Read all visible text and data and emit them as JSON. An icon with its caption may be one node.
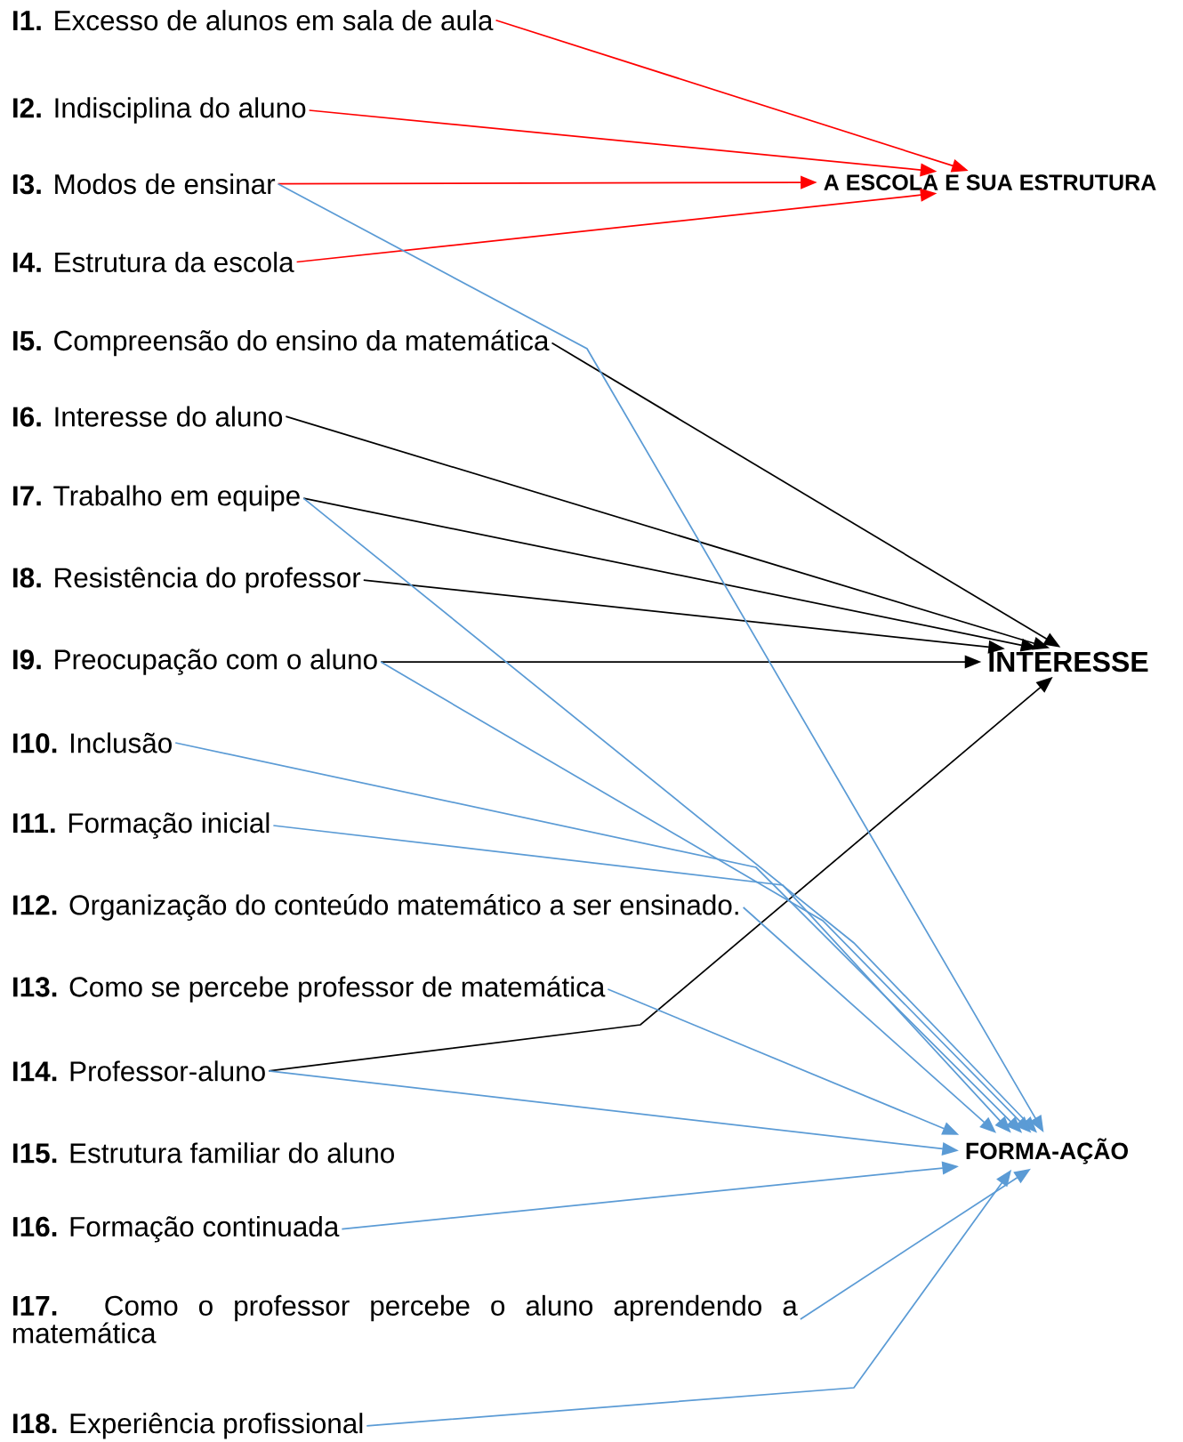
{
  "diagram": {
    "nodes": [
      {
        "text": [
          "**I1.** Excesso de alunos em sala de aula"
        ]
      },
      {
        "text": [
          "**I2.** Indisciplina do aluno"
        ]
      },
      {
        "text": [
          "**I3.** Modos de ensinar"
        ]
      },
      {
        "text": [
          "**I4.** Estrutura da escola"
        ]
      },
      {
        "text": [
          "**I5.** Compreensão do ensino da matemática"
        ]
      },
      {
        "text": [
          "**I6.** Interesse do aluno"
        ]
      },
      {
        "text": [
          "**I7.** Trabalho em equipe"
        ]
      },
      {
        "text": [
          "**I8.** Resistência do professor"
        ]
      },
      {
        "text": [
          "**I9.** Preocupação com o aluno"
        ]
      },
      {
        "text": [
          "**I10.** Inclusão"
        ]
      },
      {
        "text": [
          "**I11.** Formação inicial"
        ]
      },
      {
        "text": [
          "**I12.** Organização do conteúdo matemático a ser ensinado."
        ]
      },
      {
        "text": [
          "**I13.** Como se percebe professor de matemática"
        ]
      },
      {
        "text": [
          "**I14.** Professor-aluno"
        ]
      },
      {
        "text": [
          "**I15.** Estrutura familiar do aluno"
        ]
      },
      {
        "text": [
          "**I16.** Formação continuada"
        ]
      },
      {
        "text": [
          "**I17.** Como o professor percebe o aluno aprendendo a matemática"
        ]
      },
      {
        "text": [
          "**I18.** Experiência profissional"
        ]
      },
      {
        "text": [
          "A ESCOLA E SUA ESTRUTURA"
        ]
      },
      {
        "text": [
          "INTERESSE"
        ]
      },
      {
        "text": [
          "FORMA-AÇÃO"
        ]
      }
    ],
    "edges": [
      {
        "from": 0,
        "to": 18,
        "arrow": "to",
        "color": "#ff0000"
      },
      {
        "from": 1,
        "to": 18,
        "arrow": "to",
        "color": "#ff0000"
      },
      {
        "from": 2,
        "to": 18,
        "arrow": "to",
        "color": "#ff0000"
      },
      {
        "from": 3,
        "to": 18,
        "arrow": "to",
        "color": "#ff0000"
      },
      {
        "from": 4,
        "to": 19,
        "arrow": "to",
        "color": "#000000"
      },
      {
        "from": 5,
        "to": 19,
        "arrow": "to",
        "color": "#000000"
      },
      {
        "from": 6,
        "to": 19,
        "arrow": "to",
        "color": "#000000"
      },
      {
        "from": 7,
        "to": 19,
        "arrow": "to",
        "color": "#000000"
      },
      {
        "from": 8,
        "to": 19,
        "arrow": "to",
        "color": "#000000"
      },
      {
        "from": 13,
        "to": 19,
        "arrow": "to",
        "color": "#000000"
      },
      {
        "from": 2,
        "to": 20,
        "arrow": "to"
      },
      {
        "from": 6,
        "to": 20,
        "arrow": "to"
      },
      {
        "from": 8,
        "to": 20,
        "arrow": "to"
      },
      {
        "from": 9,
        "to": 20,
        "arrow": "to"
      },
      {
        "from": 10,
        "to": 20,
        "arrow": "to"
      },
      {
        "from": 11,
        "to": 20,
        "arrow": "to"
      },
      {
        "from": 12,
        "to": 20,
        "arrow": "to"
      },
      {
        "from": 13,
        "to": 20,
        "arrow": "to"
      },
      {
        "from": 15,
        "to": 20,
        "arrow": "to"
      },
      {
        "from": 16,
        "to": 20,
        "arrow": "to"
      },
      {
        "from": 17,
        "to": 20,
        "arrow": "to"
      }
    ]
  }
}
